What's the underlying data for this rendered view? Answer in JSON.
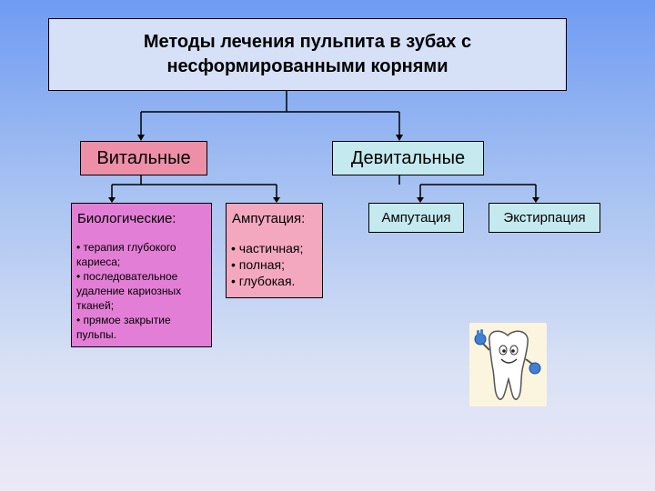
{
  "title": {
    "line1": "Методы лечения пульпита в зубах с",
    "line2": "несформированными корнями"
  },
  "categories": {
    "vital": "Витальные",
    "devital": "Девитальные"
  },
  "vital_methods": {
    "biological": {
      "label": "Биологические:",
      "items": [
        "терапия глубокого кариеса;",
        "последовательное удаление кариозных тканей;",
        "прямое закрытие пульпы."
      ]
    },
    "amputation": {
      "label": "Ампутация:",
      "items": [
        "частичная;",
        "полная;",
        "глубокая."
      ]
    }
  },
  "devital_methods": {
    "amputation": "Ампутация",
    "extirpation": "Экстирпация"
  },
  "icons": {
    "illustration": "tooth-cartoon-icon"
  }
}
